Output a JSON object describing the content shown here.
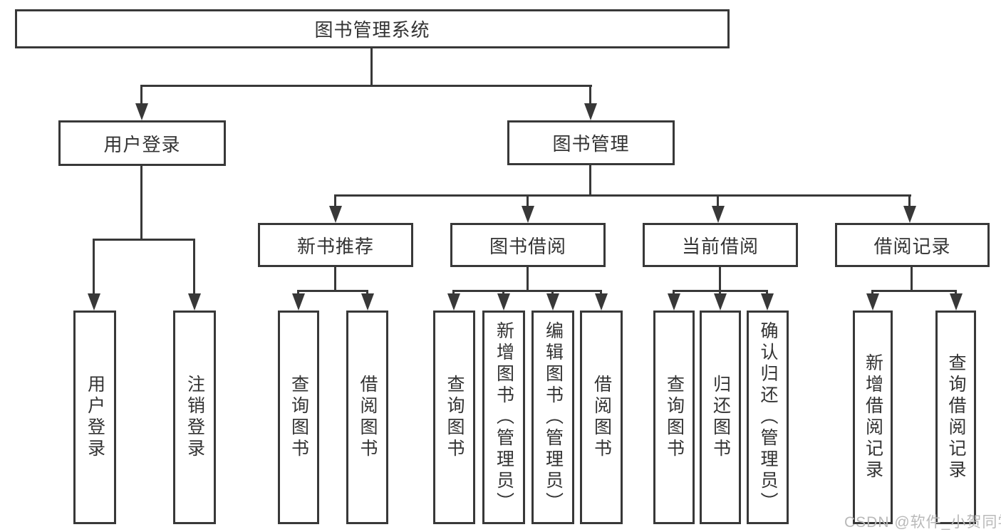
{
  "diagram_type": "hierarchy-tree",
  "colors": {
    "line": "#383838",
    "text": "#333333",
    "background": "#ffffff",
    "watermark_color": "#b9b9b9"
  },
  "watermark": "CSDN @软件_小贺同学",
  "tree": {
    "label": "图书管理系统",
    "children": [
      {
        "label": "用户登录",
        "children": [
          {
            "label": "用户登录"
          },
          {
            "label": "注销登录"
          }
        ]
      },
      {
        "label": "图书管理",
        "children": [
          {
            "label": "新书推荐",
            "children": [
              {
                "label": "查询图书"
              },
              {
                "label": "借阅图书"
              }
            ]
          },
          {
            "label": "图书借阅",
            "children": [
              {
                "label": "查询图书"
              },
              {
                "label": "新增图书（管理员）"
              },
              {
                "label": "编辑图书（管理员）"
              },
              {
                "label": "借阅图书"
              }
            ]
          },
          {
            "label": "当前借阅",
            "children": [
              {
                "label": "查询图书"
              },
              {
                "label": "归还图书"
              },
              {
                "label": "确认归还（管理员）"
              }
            ]
          },
          {
            "label": "借阅记录",
            "children": [
              {
                "label": "新增借阅记录"
              },
              {
                "label": "查询借阅记录"
              }
            ]
          }
        ]
      }
    ]
  }
}
